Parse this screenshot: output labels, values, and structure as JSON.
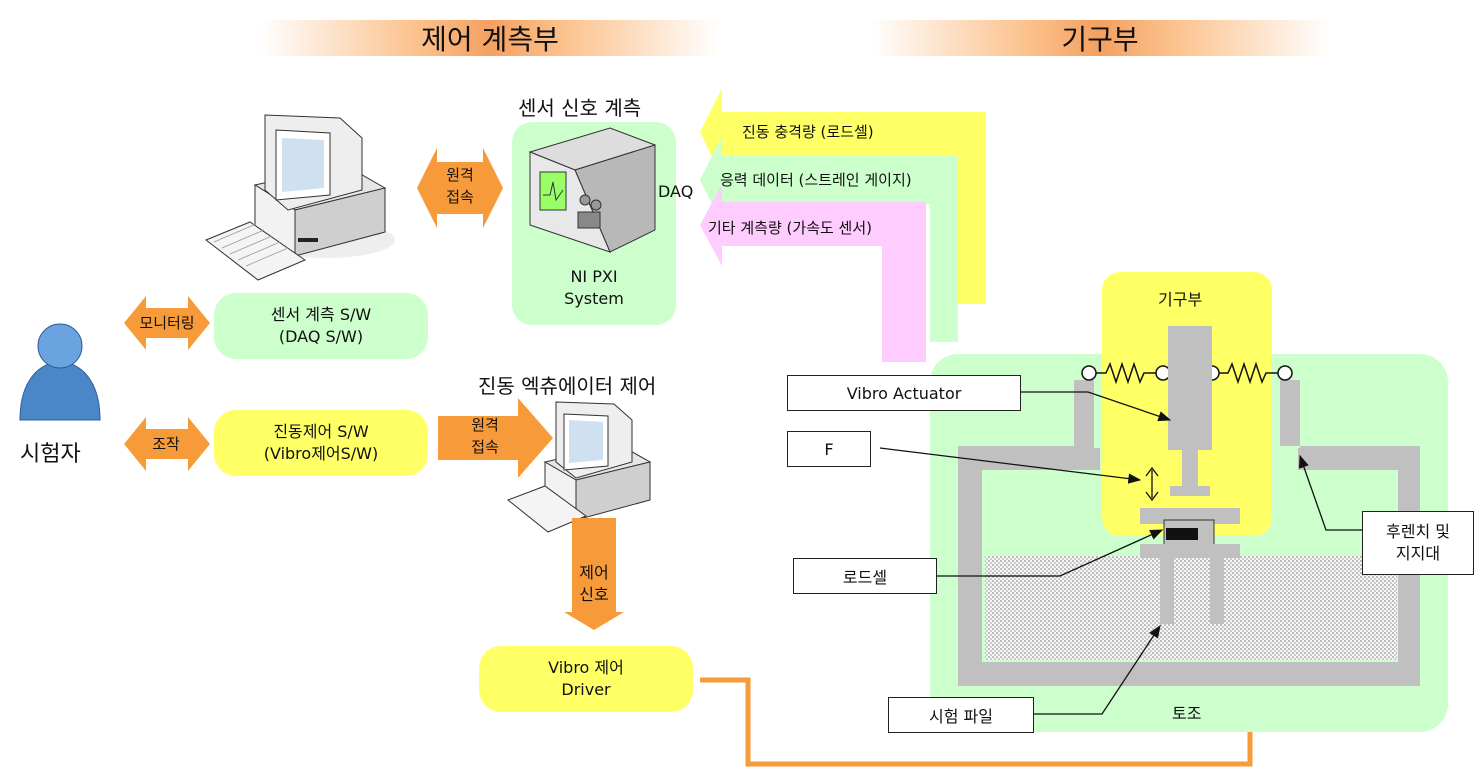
{
  "banners": {
    "control": "제어 계측부",
    "mechanism": "기구부"
  },
  "sensor_section": {
    "title": "센서 신호 계측",
    "daq_label": "DAQ",
    "system_label": "NI PXI\nSystem"
  },
  "remote_top": "원격\n접속",
  "remote_bottom": "원격\n접속",
  "signals": {
    "impact": "진동 충격량 (로드셀)",
    "stress": "응력 데이터 (스트레인 게이지)",
    "other": "기타 계측량 (가속도 센서)"
  },
  "user": {
    "label": "시험자",
    "monitoring": "모니터링",
    "operation": "조작"
  },
  "software": {
    "sensor_sw": "센서 계측 S/W\n(DAQ S/W)",
    "vibro_sw": "진동제어 S/W\n(Vibro제어S/W)"
  },
  "actuator_section": {
    "title": "진동 엑츄에이터 제어",
    "control_signal": "제어\n신호"
  },
  "driver": "Vibro 제어\nDriver",
  "mechanism": {
    "frame_label": "기구부",
    "vibro_actuator": "Vibro Actuator",
    "force": "F",
    "load_cell": "로드셀",
    "test_pile": "시험 파일",
    "wrench": "후렌치 및\n지지대",
    "soil": "토조"
  },
  "colors": {
    "orange": "#f79b3a",
    "green": "#ccffcc",
    "yellow": "#ffff66",
    "pink": "#ffccff",
    "gray": "#c0c0c0"
  }
}
